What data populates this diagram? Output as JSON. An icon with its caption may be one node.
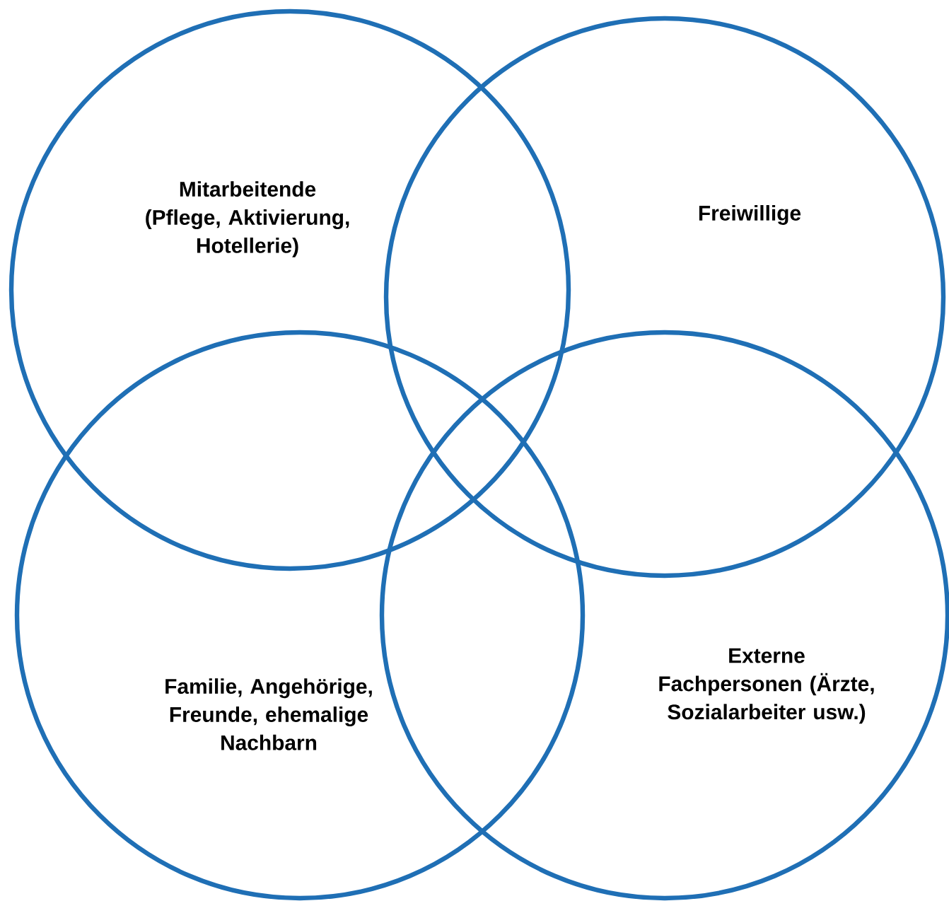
{
  "diagram": {
    "nodes": [
      {
        "text": [
          "Mitarbeitende (Pflege, Aktivierung, Hotellerie)"
        ]
      },
      {
        "text": [
          "Freiwillige"
        ]
      },
      {
        "text": [
          "Familie, Angehörige, Freunde, ehemalige Nachbarn"
        ]
      },
      {
        "text": [
          "Externe Fachpersonen (Ärzte, Sozialarbeiter usw.)"
        ]
      }
    ]
  }
}
